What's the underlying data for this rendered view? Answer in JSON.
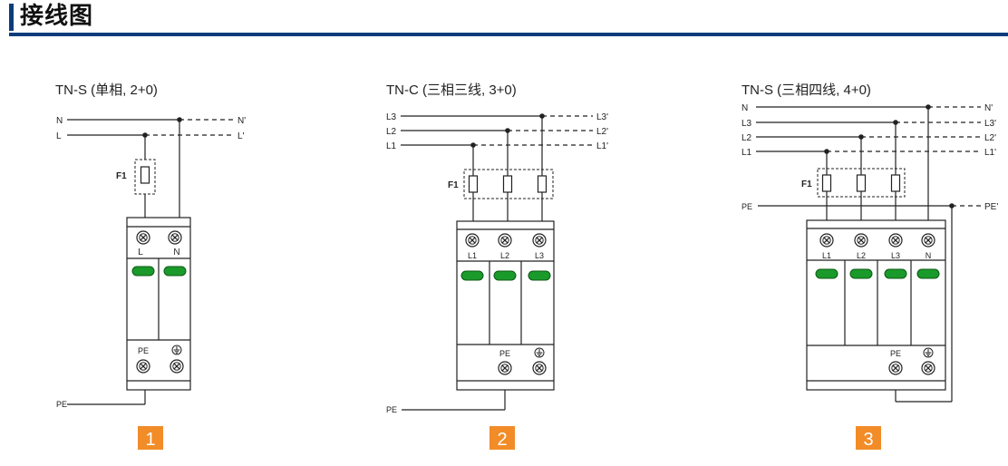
{
  "header": {
    "title": "接线图"
  },
  "colors": {
    "accent": "#0d3c7c",
    "badge": "#f28c28",
    "indicator": "#1a9a2a",
    "line": "#222222"
  },
  "diagrams": [
    {
      "title": "TN-S (单相, 2+0)",
      "lines_left": [
        "N",
        "L"
      ],
      "lines_right": [
        "N'",
        "L'"
      ],
      "fuse_label": "F1",
      "terminal_labels": [
        "L",
        "N"
      ],
      "pe_block_label": "PE",
      "pe_line_label": "PE",
      "number": "1"
    },
    {
      "title": "TN-C (三相三线, 3+0)",
      "lines_left": [
        "L3",
        "L2",
        "L1"
      ],
      "lines_right": [
        "L3'",
        "L2'",
        "L1'"
      ],
      "fuse_label": "F1",
      "terminal_labels": [
        "L1",
        "L2",
        "L3"
      ],
      "pe_block_label": "PE",
      "pe_line_label": "PE",
      "number": "2"
    },
    {
      "title": "TN-S (三相四线, 4+0)",
      "lines_left": [
        "N",
        "L3",
        "L2",
        "L1"
      ],
      "lines_right": [
        "N'",
        "L3'",
        "L2'",
        "L1'"
      ],
      "fuse_label": "F1",
      "terminal_labels": [
        "L1",
        "L2",
        "L3",
        "N"
      ],
      "pe_block_label": "PE",
      "pe_line_label": "PE",
      "pe_right_label": "PE'",
      "number": "3"
    }
  ]
}
